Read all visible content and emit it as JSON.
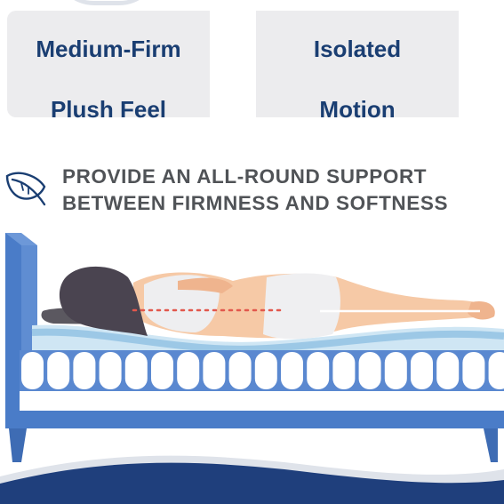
{
  "feature_cards": [
    {
      "line1": "Medium-Firm",
      "line2": "Plush Feel"
    },
    {
      "line1": "Isolated",
      "line2": "Motion"
    }
  ],
  "headline": {
    "line1": "PROVIDE AN ALL-ROUND SUPPORT",
    "line2": "BETWEEN FIRMNESS AND SOFTNESS"
  },
  "icons": {
    "leaf": "leaf-icon"
  },
  "colors": {
    "card_background": "#ececee",
    "card_text": "#1a3e72",
    "headline_text": "#505357",
    "bed_frame": "#4a7cc8",
    "mattress_foam": "#cfe6f4",
    "spring_pocket": "#ffffff",
    "hair": "#4a4450",
    "skin": "#f6c9a6",
    "spine_line": "#e2574c",
    "bottom_wave": "#1f3f7c"
  }
}
